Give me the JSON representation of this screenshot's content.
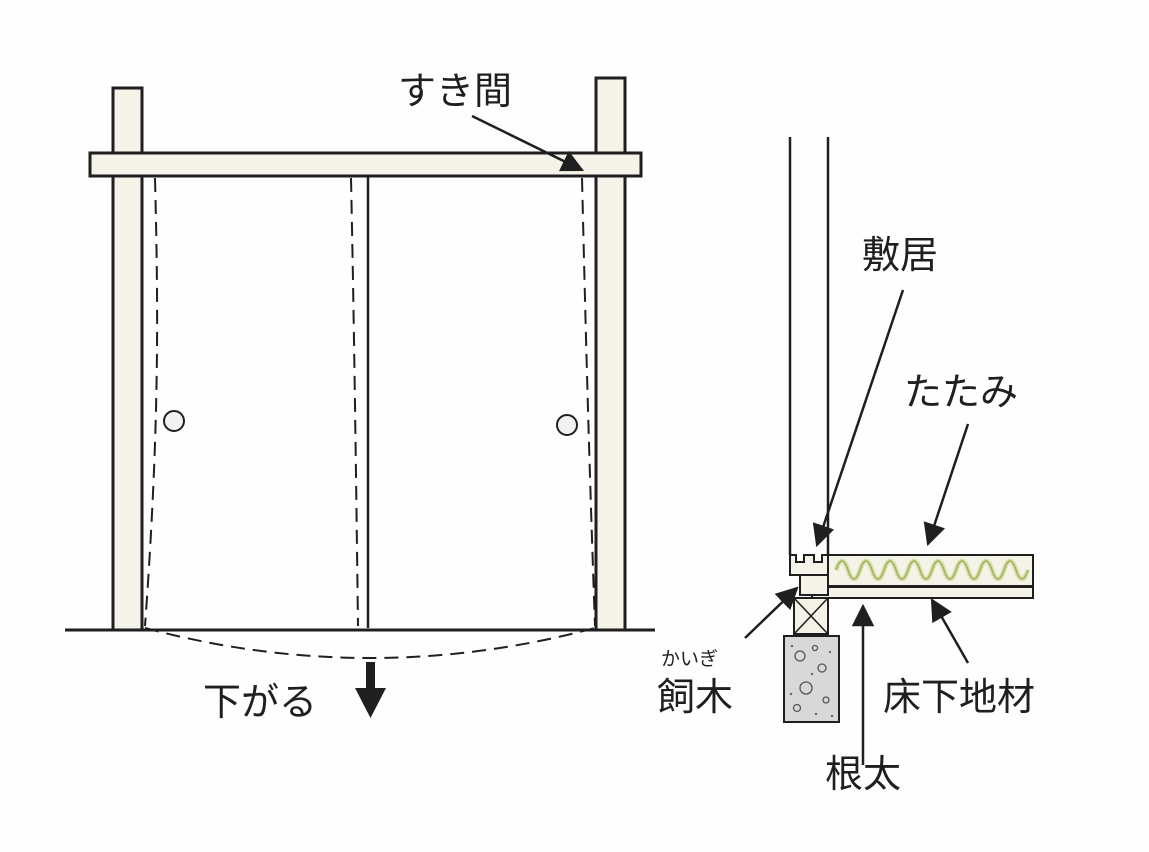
{
  "labels": {
    "gap": "すき間",
    "sag": "下がる",
    "threshold": "敷居",
    "tatami": "たたみ",
    "sill_reading": "かいぎ",
    "sill": "飼木",
    "subfloor": "床下地材",
    "joist": "根太"
  },
  "colors": {
    "wood": "#f5f2e8",
    "ink": "#1f1f1f",
    "concrete": "#d8d8d8",
    "tatami_weave": "#c9d98a"
  }
}
